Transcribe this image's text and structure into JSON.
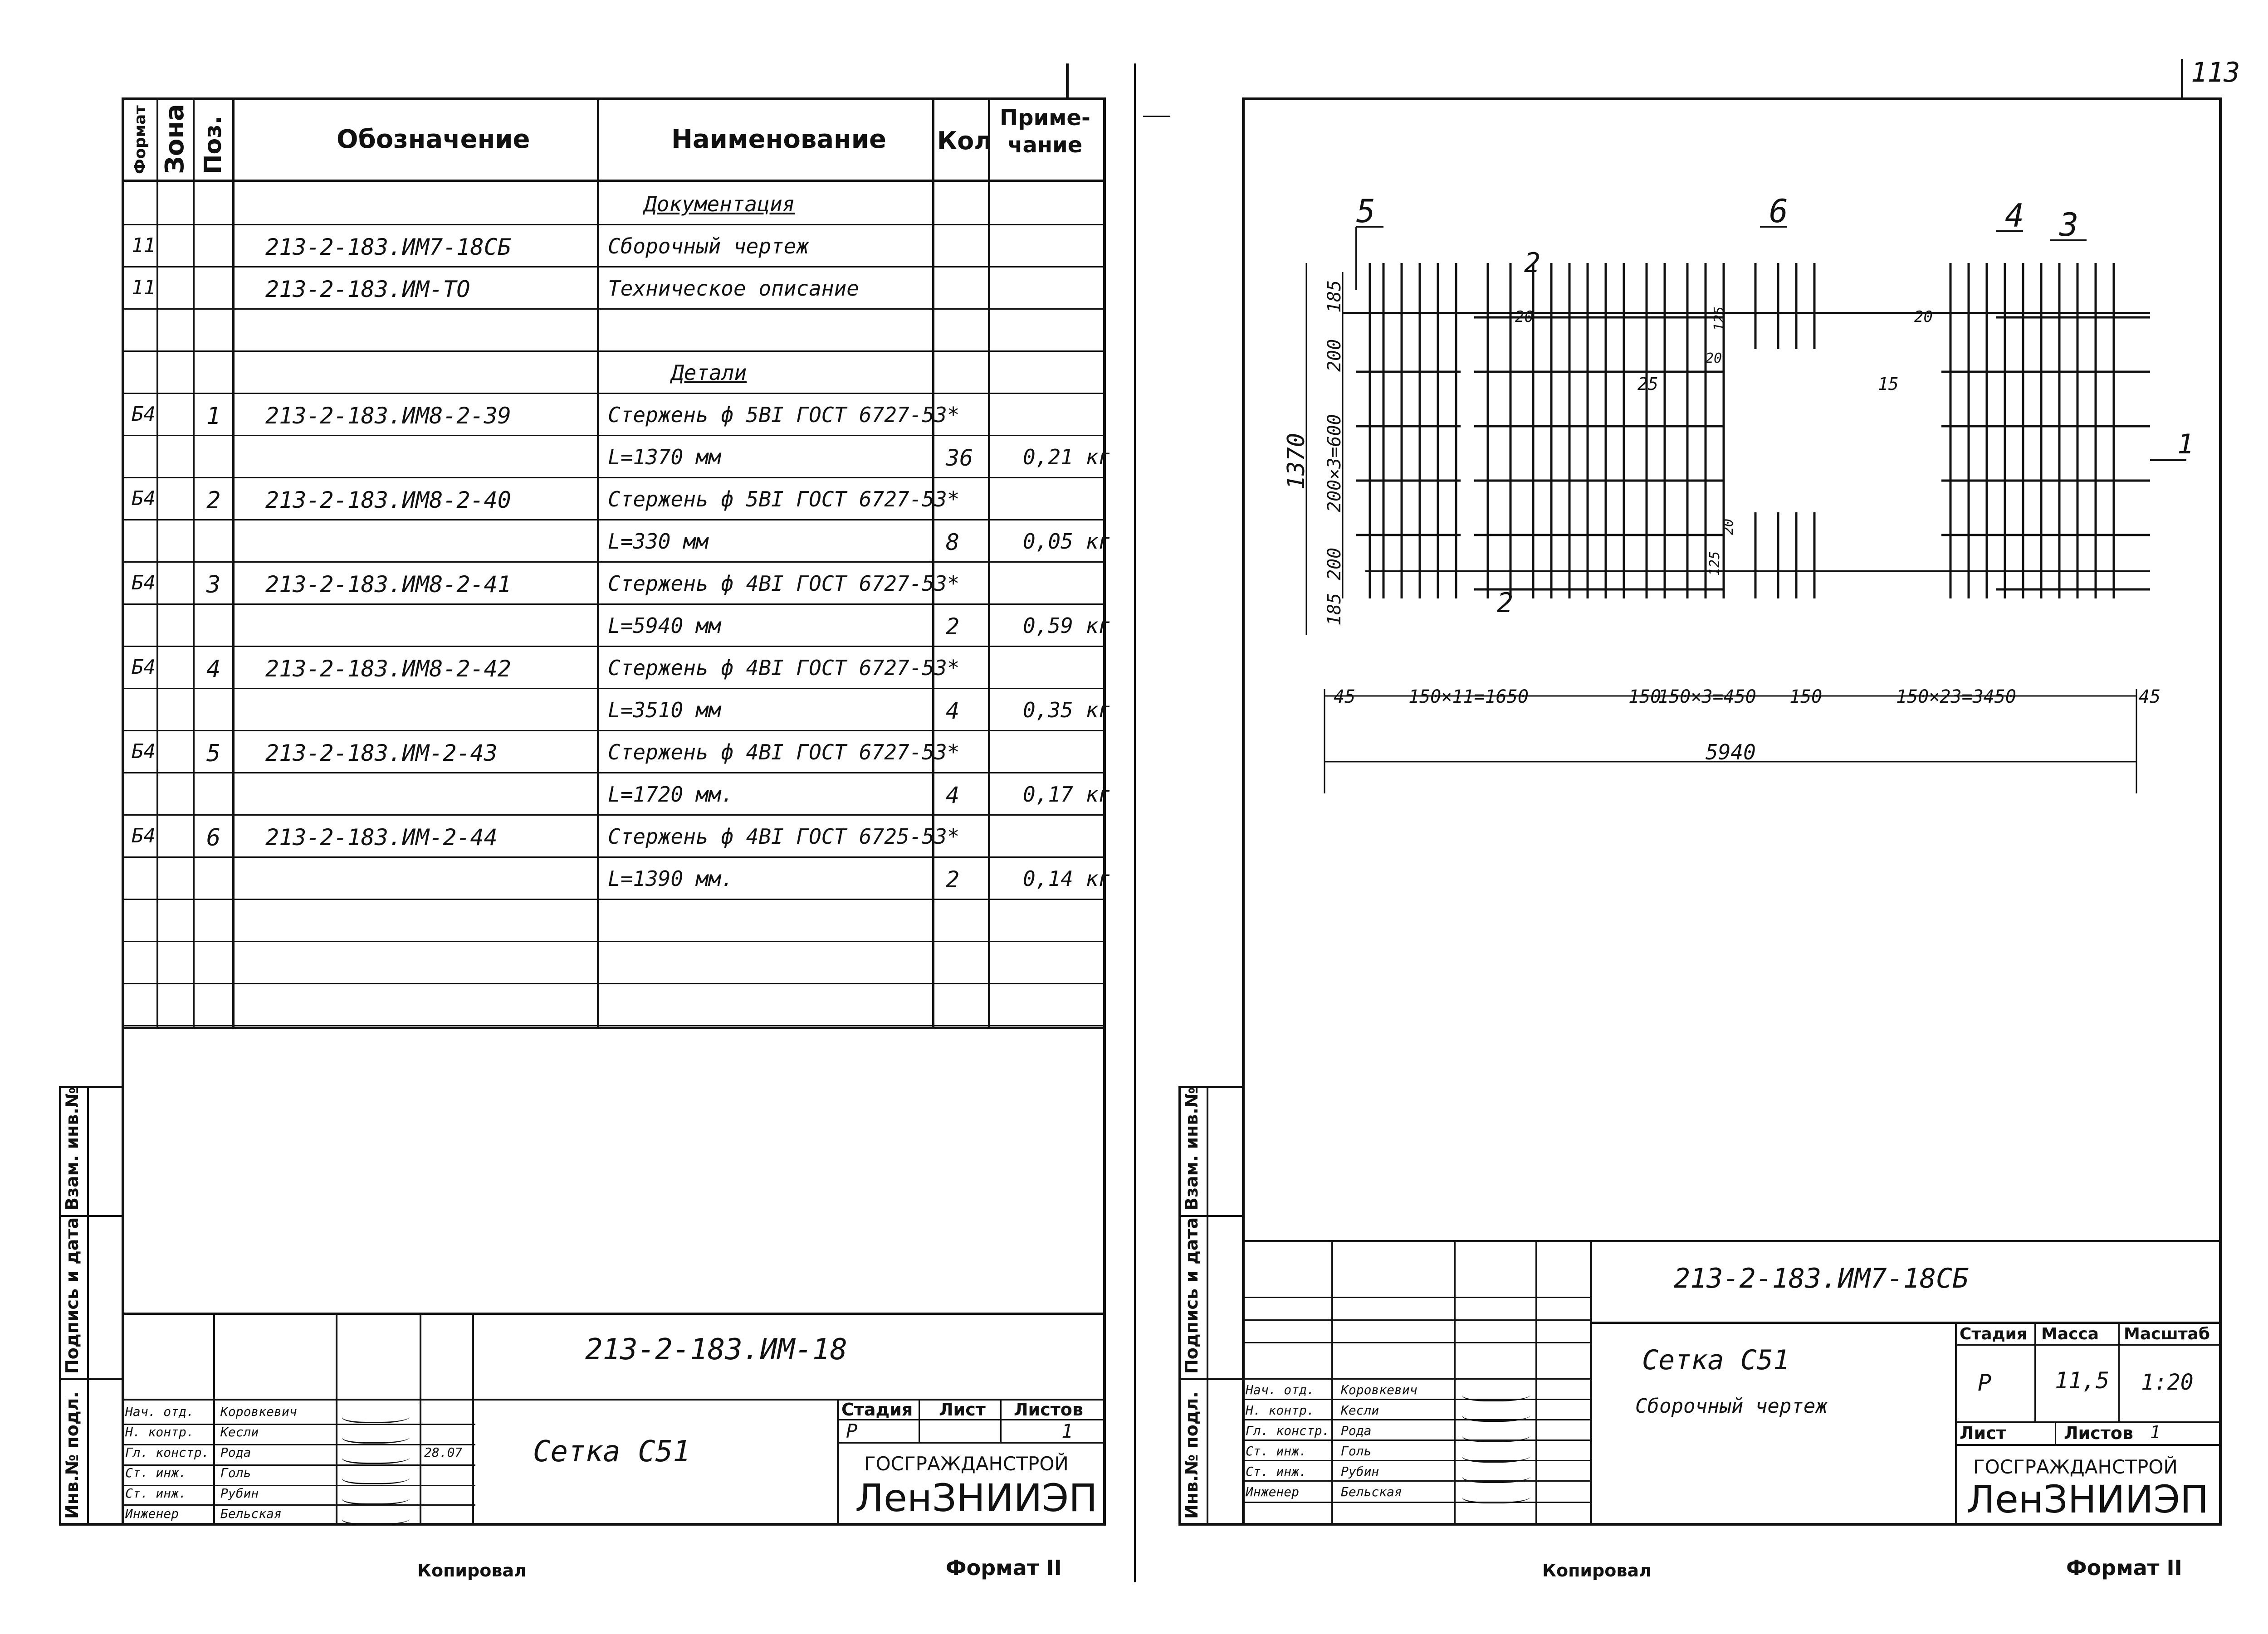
{
  "page_number": "113",
  "left": {
    "headers": {
      "format": "Формат",
      "zone": "Зона",
      "pos": "Поз.",
      "designation": "Обозначение",
      "name": "Наименование",
      "qty": "Кол",
      "note": "Приме-\nчание"
    },
    "rows": [
      {
        "format": "",
        "pos": "",
        "designation": "",
        "name": "Документация",
        "qty": "",
        "note": ""
      },
      {
        "format": "11",
        "pos": "",
        "designation": "213-2-183.ИМ7-18СБ",
        "name": "Сборочный чертеж",
        "qty": "",
        "note": ""
      },
      {
        "format": "11",
        "pos": "",
        "designation": "213-2-183.ИМ-ТО",
        "name": "Техническое описание",
        "qty": "",
        "note": ""
      },
      {
        "format": "",
        "pos": "",
        "designation": "",
        "name": "",
        "qty": "",
        "note": ""
      },
      {
        "format": "",
        "pos": "",
        "designation": "",
        "name": "Детали",
        "qty": "",
        "note": ""
      },
      {
        "format": "Б4",
        "pos": "1",
        "designation": "213-2-183.ИМ8-2-39",
        "name": "Стержень ф 5ВI ГОСТ 6727-53*",
        "qty": "",
        "note": ""
      },
      {
        "format": "",
        "pos": "",
        "designation": "",
        "name": "L=1370 мм",
        "qty": "36",
        "note": "0,21 кг"
      },
      {
        "format": "Б4",
        "pos": "2",
        "designation": "213-2-183.ИМ8-2-40",
        "name": "Стержень ф 5ВI ГОСТ 6727-53*",
        "qty": "",
        "note": ""
      },
      {
        "format": "",
        "pos": "",
        "designation": "",
        "name": "L=330 мм",
        "qty": "8",
        "note": "0,05 кг"
      },
      {
        "format": "Б4",
        "pos": "3",
        "designation": "213-2-183.ИМ8-2-41",
        "name": "Стержень ф 4ВI ГОСТ 6727-53*",
        "qty": "",
        "note": ""
      },
      {
        "format": "",
        "pos": "",
        "designation": "",
        "name": "L=5940 мм",
        "qty": "2",
        "note": "0,59 кг"
      },
      {
        "format": "Б4",
        "pos": "4",
        "designation": "213-2-183.ИМ8-2-42",
        "name": "Стержень ф 4ВI ГОСТ 6727-53*",
        "qty": "",
        "note": ""
      },
      {
        "format": "",
        "pos": "",
        "designation": "",
        "name": "L=3510 мм",
        "qty": "4",
        "note": "0,35 кг"
      },
      {
        "format": "Б4",
        "pos": "5",
        "designation": "213-2-183.ИМ-2-43",
        "name": "Стержень ф 4ВI ГОСТ 6727-53*",
        "qty": "",
        "note": ""
      },
      {
        "format": "",
        "pos": "",
        "designation": "",
        "name": "L=1720 мм.",
        "qty": "4",
        "note": "0,17 кг"
      },
      {
        "format": "Б4",
        "pos": "6",
        "designation": "213-2-183.ИМ-2-44",
        "name": "Стержень ф 4ВI ГОСТ 6725-53*",
        "qty": "",
        "note": ""
      },
      {
        "format": "",
        "pos": "",
        "designation": "",
        "name": "L=1390 мм.",
        "qty": "2",
        "note": "0,14 кг"
      },
      {
        "format": "",
        "pos": "",
        "designation": "",
        "name": "",
        "qty": "",
        "note": ""
      },
      {
        "format": "",
        "pos": "",
        "designation": "",
        "name": "",
        "qty": "",
        "note": ""
      },
      {
        "format": "",
        "pos": "",
        "designation": "",
        "name": "",
        "qty": "",
        "note": ""
      }
    ],
    "side_labels": {
      "inv_vzam": "Взам. инв.№",
      "sign_date": "Подпись и дата",
      "inv_podl": "Инв.№ подл."
    },
    "stamp": {
      "doc_code": "213-2-183.ИМ-18",
      "title": "Сетка С51",
      "stage_label": "Стадия",
      "sheet_label": "Лист",
      "sheets_label": "Листов",
      "stage": "Р",
      "sheet": "",
      "sheets": "1",
      "org1": "ГОСГРАЖДАНСТРОЙ",
      "org2": "ЛенЗНИИЭП",
      "people": [
        {
          "role": "Нач. отд.",
          "name": "Коровкевич",
          "date": ""
        },
        {
          "role": "Н. контр.",
          "name": "Кесли",
          "date": ""
        },
        {
          "role": "Гл. констр.",
          "name": "Рода",
          "date": "28.07"
        },
        {
          "role": "Ст. инж.",
          "name": "Голь",
          "date": ""
        },
        {
          "role": "Ст. инж.",
          "name": "Рубин",
          "date": ""
        },
        {
          "role": "Инженер",
          "name": "Бельская",
          "date": ""
        }
      ]
    },
    "footer_copy": "Копировал",
    "footer_format": "Формат II"
  },
  "right": {
    "drawing": {
      "callouts": [
        "5",
        "6",
        "4",
        "3",
        "2",
        "2",
        "1"
      ],
      "dims_vertical": [
        "185",
        "200",
        "200×3=600",
        "200",
        "185",
        "1370"
      ],
      "dims_horizontal": [
        "45",
        "150×11=1650",
        "150",
        "150×3=450",
        "150",
        "150×23=3450",
        "45",
        "5940"
      ],
      "small_dims": [
        "20",
        "125",
        "20",
        "20",
        "25",
        "15",
        "20",
        "125"
      ]
    },
    "stamp": {
      "doc_code": "213-2-183.ИМ7-18СБ",
      "title": "Сетка С51",
      "subtitle": "Сборочный чертеж",
      "stage_label": "Стадия",
      "mass_label": "Масса",
      "scale_label": "Масштаб",
      "stage": "Р",
      "mass": "11,5",
      "scale": "1:20",
      "sheet_label": "Лист",
      "sheets_label": "Листов",
      "sheets": "1",
      "org1": "ГОСГРАЖДАНСТРОЙ",
      "org2": "ЛенЗНИИЭП",
      "people": [
        {
          "role": "Нач. отд.",
          "name": "Коровкевич"
        },
        {
          "role": "Н. контр.",
          "name": "Кесли"
        },
        {
          "role": "Гл. констр.",
          "name": "Рода"
        },
        {
          "role": "Ст. инж.",
          "name": "Голь"
        },
        {
          "role": "Ст. инж.",
          "name": "Рубин"
        },
        {
          "role": "Инженер",
          "name": "Бельская"
        }
      ]
    },
    "side_labels": {
      "inv_vzam": "Взам. инв.№",
      "sign_date": "Подпись и дата",
      "inv_podl": "Инв.№ подл."
    },
    "footer_copy": "Копировал",
    "footer_format": "Формат II"
  }
}
